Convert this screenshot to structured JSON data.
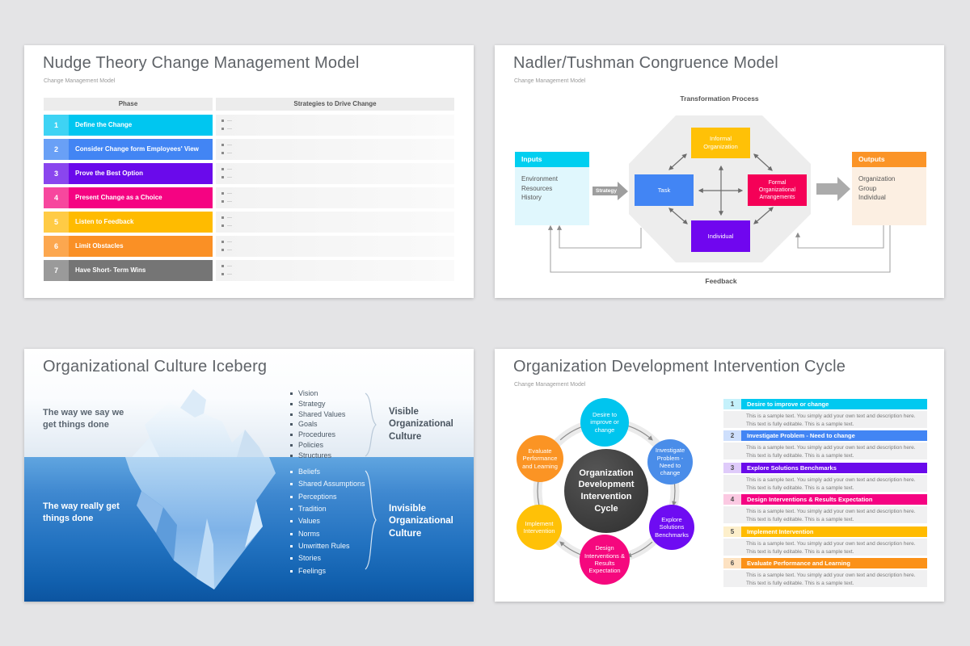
{
  "palette": {
    "cyan": "#00C6F0",
    "blue": "#4285F4",
    "purple": "#6A0AEB",
    "magenta": "#F50382",
    "amber": "#FFBB00",
    "orange": "#FA9025",
    "gray": "#757575"
  },
  "slides": [
    {
      "title": "Nudge Theory Change Management Model",
      "subtitle": "Change Management Model",
      "table": {
        "col1": "Phase",
        "col2": "Strategies to Drive Change",
        "rows": [
          {
            "num": "1",
            "phase": "Define the Change",
            "color": "#00C6F0",
            "num_color": "#3ED3F4"
          },
          {
            "num": "2",
            "phase": "Consider Change form Employees' View",
            "color": "#4285F4",
            "num_color": "#69A0F6"
          },
          {
            "num": "3",
            "phase": "Prove the Best Option",
            "color": "#6A0AEB",
            "num_color": "#8A46EE"
          },
          {
            "num": "4",
            "phase": "Present Change as a Choice",
            "color": "#F50382",
            "num_color": "#F7479E"
          },
          {
            "num": "5",
            "phase": "Listen to Feedback",
            "color": "#FFBB00",
            "num_color": "#FFCB45"
          },
          {
            "num": "6",
            "phase": "Limit Obstacles",
            "color": "#FA9025",
            "num_color": "#FCA74F"
          },
          {
            "num": "7",
            "phase": "Have Short- Term Wins",
            "color": "#757575",
            "num_color": "#9A9A9A"
          }
        ]
      }
    },
    {
      "title": "Nadler/Tushman Congruence Model",
      "subtitle": "Change Management Model",
      "top_label": "Transformation Process",
      "bottom_label": "Feedback",
      "strategy_arrow_label": "Strategy",
      "inputs": {
        "header": "Inputs",
        "header_color": "#00CFF0",
        "body_color": "#E0F7FD",
        "line1": "Environment",
        "line2": "Resources",
        "line3": "History"
      },
      "outputs": {
        "header": "Outputs",
        "header_color": "#FB9427",
        "body_color": "#FCEFE2",
        "line1": "Organization",
        "line2": "Group",
        "line3": "Individual"
      },
      "nodes": [
        {
          "text": "Informal\nOrganization",
          "color": "#FFC107"
        },
        {
          "text": "Task",
          "color": "#4285F4"
        },
        {
          "text": "Formal\nOrganizational\nArrangements",
          "color": "#F50057"
        },
        {
          "text": "Individual",
          "color": "#7006EF"
        }
      ]
    },
    {
      "title": "Organizational Culture Iceberg",
      "above_caption": "The way we say we\nget things done",
      "below_caption": "The way really get\nthings done",
      "visible": {
        "label": "Visible\nOrganizational\nCulture",
        "items": [
          "Vision",
          "Strategy",
          "Shared Values",
          "Goals",
          "Procedures",
          "Policies",
          "Structures"
        ]
      },
      "invisible": {
        "label": "Invisible\nOrganizational\nCulture",
        "items": [
          "Beliefs",
          "Shared Assumptions",
          "Perceptions",
          "Tradition",
          "Values",
          "Norms",
          "Unwritten Rules",
          "Stories",
          "Feelings"
        ]
      }
    },
    {
      "title": "Organization Development Intervention Cycle",
      "subtitle": "Change Management Model",
      "center_text": "Organization\nDevelopment\nIntervention\nCycle",
      "sample_text": "This is a sample text. You simply add your own text and description here.\nThis text is fully editable. This is a sample text.",
      "steps": [
        {
          "num": "1",
          "label": "Desire to improve or change",
          "circle_text": "Desire to\nimprove or\nchange",
          "color": "#00C9F0",
          "circle_color": "#00C5EE",
          "tint": "#C5F1FB"
        },
        {
          "num": "2",
          "label": "Investigate Problem - Need to change",
          "circle_text": "Investigate\nProblem -\nNeed to\nchange",
          "color": "#4285F4",
          "circle_color": "#4A8DE9",
          "tint": "#CEDFFC"
        },
        {
          "num": "3",
          "label": "Explore Solutions Benchmarks",
          "circle_text": "Explore\nSolutions\nBenchmarks",
          "color": "#6A0AEB",
          "circle_color": "#6E0CF2",
          "tint": "#DFCBFA"
        },
        {
          "num": "4",
          "label": "Design Interventions & Results Expectation",
          "circle_text": "Design\nInterventions &\nResults\nExpectation",
          "color": "#F50382",
          "circle_color": "#F5087E",
          "tint": "#FBC9E2"
        },
        {
          "num": "5",
          "label": "Implement Intervention",
          "circle_text": "Implement\nIntervention",
          "color": "#FFBB00",
          "circle_color": "#FFC107",
          "tint": "#FDEFCB"
        },
        {
          "num": "6",
          "label": "Evaluate Performance and Learning",
          "circle_text": "Evaluate\nPerformance\nand Learning",
          "color": "#FB9118",
          "circle_color": "#FB9424",
          "tint": "#FDE2C2"
        }
      ]
    }
  ]
}
